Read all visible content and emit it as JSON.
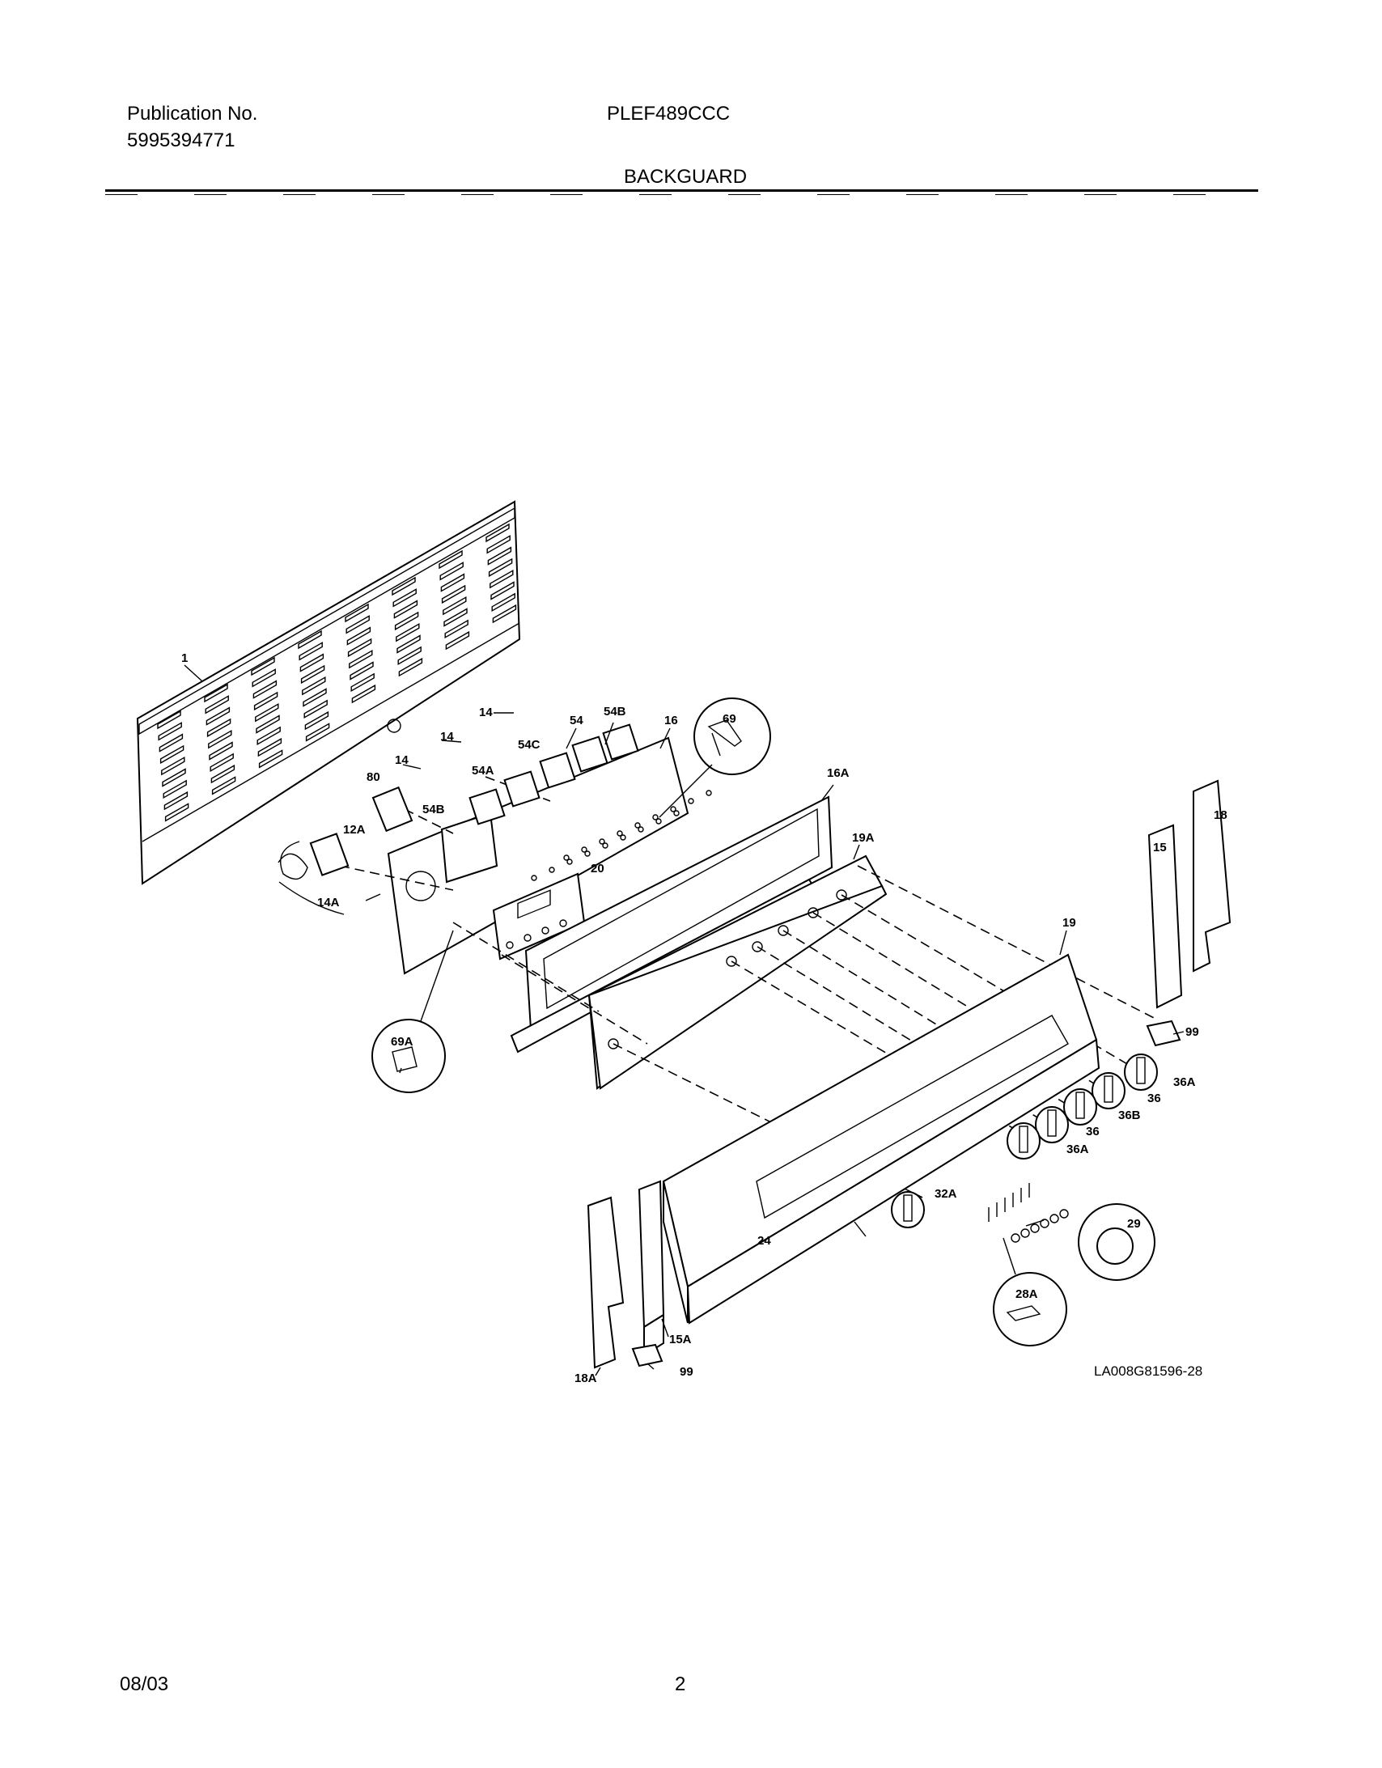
{
  "header": {
    "publication_label": "Publication No.",
    "publication_number": "5995394771",
    "model": "PLEF489CCC",
    "section_title": "BACKGUARD"
  },
  "diagram": {
    "drawing_code": "LA008G81596-28",
    "labels": {
      "l1": "1",
      "l14a": "14",
      "l14b": "14",
      "l14c": "14",
      "l54": "54",
      "l54b_top": "54B",
      "l54c": "54C",
      "l54a": "54A",
      "l54b_low": "54B",
      "l16": "16",
      "l69": "69",
      "l80": "80",
      "l12a": "12A",
      "l16a": "16A",
      "l19a": "19A",
      "l20": "20",
      "l14a_low": "14A",
      "l69a": "69A",
      "l18": "18",
      "l15": "15",
      "l19": "19",
      "l99_right": "99",
      "l36a_top": "36A",
      "l36_top": "36",
      "l36b": "36B",
      "l36_mid": "36",
      "l36a_low": "36A",
      "l32a": "32A",
      "l24": "24",
      "l29": "29",
      "l28a": "28A",
      "l15a": "15A",
      "l18a": "18A",
      "l99_low": "99"
    }
  },
  "footer": {
    "date": "08/03",
    "page": "2"
  }
}
